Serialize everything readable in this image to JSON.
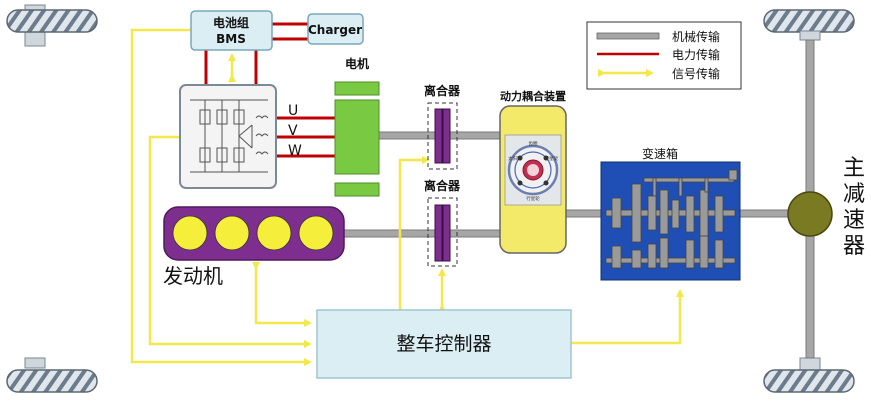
{
  "labels": {
    "battery_line1": "电池组",
    "battery_line2": "BMS",
    "charger": "Charger",
    "motor": "电机",
    "phase_u": "U",
    "phase_v": "V",
    "phase_w": "W",
    "clutch_top": "离合器",
    "clutch_bottom": "离合器",
    "coupling": "动力耦合装置",
    "gearbox": "变速箱",
    "engine": "发动机",
    "vcu": "整车控制器",
    "final_drive_1": "主",
    "final_drive_2": "减",
    "final_drive_3": "速",
    "final_drive_4": "器"
  },
  "legend": {
    "mechanical": "机械传输",
    "electrical": "电力传输",
    "signal": "信号传输"
  },
  "coupling_detail": {
    "left": "太阳轮",
    "right": "行星架",
    "top": "齿圈",
    "bottom": "行星轮"
  },
  "colors": {
    "mechanical": "#a6a6a6",
    "electrical": "#c00000",
    "signal": "#f2f05a",
    "motor": "#7ac943",
    "engine_body": "#7d2e8e",
    "cylinder": "#f5ee3a",
    "clutch_plate": "#7d2e8e",
    "gearbox": "#1f4fb4",
    "vcu": "#dbeef4",
    "final_drive": "#7a7a22",
    "coupling": "#f2ea68"
  }
}
